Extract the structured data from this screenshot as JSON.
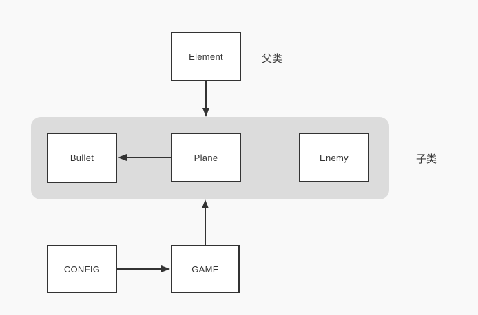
{
  "diagram": {
    "nodes": {
      "element": "Element",
      "bullet": "Bullet",
      "plane": "Plane",
      "enemy": "Enemy",
      "config": "CONFIG",
      "game": "GAME"
    },
    "labels": {
      "parent_class": "父类",
      "child_class": "子类"
    },
    "edges": [
      {
        "from": "element",
        "to": "subclass-container",
        "direction": "down"
      },
      {
        "from": "plane",
        "to": "bullet",
        "direction": "left"
      },
      {
        "from": "game",
        "to": "subclass-container",
        "direction": "up"
      },
      {
        "from": "config",
        "to": "game",
        "direction": "right"
      }
    ],
    "colors": {
      "background": "#f9f9f9",
      "subclass_container": "#dcdcdc",
      "node_fill": "#ffffff",
      "node_border": "#333333",
      "arrow": "#333333",
      "text": "#333333"
    }
  }
}
